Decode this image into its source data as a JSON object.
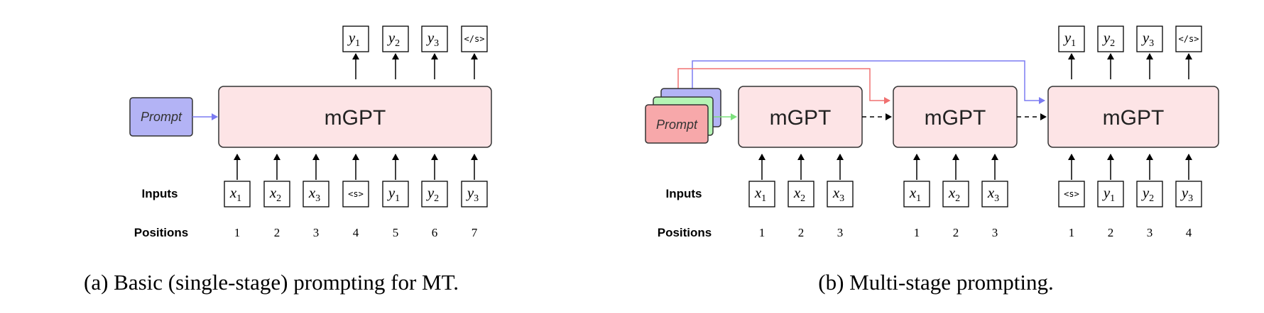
{
  "colors": {
    "model_fill": "#fde4e6",
    "prompt_blue": "#b3b3f5",
    "prompt_green": "#b5f5b5",
    "prompt_red": "#f7a8aa",
    "line_blue": "#7b7bf2",
    "line_red": "#f07070",
    "line_green": "#7ce07c"
  },
  "labels": {
    "model": "mGPT",
    "prompt": "Prompt",
    "inputs": "Inputs",
    "positions": "Positions",
    "bos": "<s>",
    "eos": "</s>"
  },
  "panel_a": {
    "caption": "(a) Basic (single-stage) prompting for MT.",
    "inputs": [
      {
        "v": "x",
        "s": "1"
      },
      {
        "v": "x",
        "s": "2"
      },
      {
        "v": "x",
        "s": "3"
      },
      {
        "t": "<s>"
      },
      {
        "v": "y",
        "s": "1"
      },
      {
        "v": "y",
        "s": "2"
      },
      {
        "v": "y",
        "s": "3"
      }
    ],
    "positions": [
      "1",
      "2",
      "3",
      "4",
      "5",
      "6",
      "7"
    ],
    "outputs": [
      {
        "v": "y",
        "s": "1"
      },
      {
        "v": "y",
        "s": "2"
      },
      {
        "v": "y",
        "s": "3"
      },
      {
        "t": "</s>"
      }
    ]
  },
  "panel_b": {
    "caption": "(b) Multi-stage prompting.",
    "stages": [
      {
        "inputs": [
          {
            "v": "x",
            "s": "1"
          },
          {
            "v": "x",
            "s": "2"
          },
          {
            "v": "x",
            "s": "3"
          }
        ],
        "positions": [
          "1",
          "2",
          "3"
        ],
        "outputs": []
      },
      {
        "inputs": [
          {
            "v": "x",
            "s": "1"
          },
          {
            "v": "x",
            "s": "2"
          },
          {
            "v": "x",
            "s": "3"
          }
        ],
        "positions": [
          "1",
          "2",
          "3"
        ],
        "outputs": []
      },
      {
        "inputs": [
          {
            "t": "<s>"
          },
          {
            "v": "y",
            "s": "1"
          },
          {
            "v": "y",
            "s": "2"
          },
          {
            "v": "y",
            "s": "3"
          }
        ],
        "positions": [
          "1",
          "2",
          "3",
          "4"
        ],
        "outputs": [
          {
            "v": "y",
            "s": "1"
          },
          {
            "v": "y",
            "s": "2"
          },
          {
            "v": "y",
            "s": "3"
          },
          {
            "t": "</s>"
          }
        ]
      }
    ]
  }
}
